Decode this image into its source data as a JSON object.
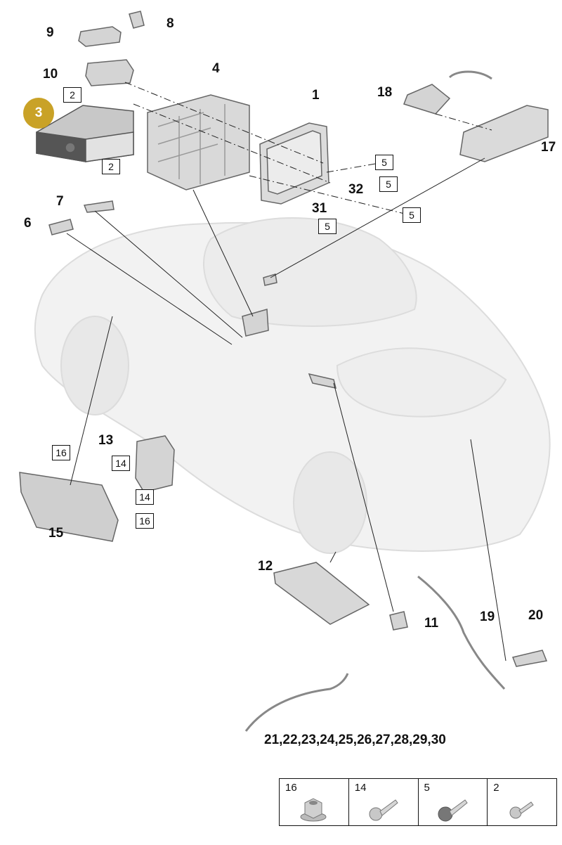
{
  "callouts": {
    "c1": "1",
    "c3": "3",
    "c4": "4",
    "c6": "6",
    "c7": "7",
    "c8": "8",
    "c9": "9",
    "c10": "10",
    "c11": "11",
    "c12": "12",
    "c13": "13",
    "c15": "15",
    "c17": "17",
    "c18": "18",
    "c19": "19",
    "c20": "20",
    "c31": "31",
    "c32": "32",
    "c21_30": "21,22,23,24,25,26,27,28,29,30"
  },
  "boxes": {
    "b2a": "2",
    "b2b": "2",
    "b5a": "5",
    "b5b": "5",
    "b5c": "5",
    "b5d": "5",
    "b16a": "16",
    "b16b": "16",
    "b14a": "14",
    "b14b": "14"
  },
  "highlight": {
    "label": "3",
    "color": "#c9a227"
  },
  "legend": [
    {
      "num": "16",
      "icon": "flange-nut-icon"
    },
    {
      "num": "14",
      "icon": "screw-icon"
    },
    {
      "num": "5",
      "icon": "screw-icon"
    },
    {
      "num": "2",
      "icon": "screw-icon"
    }
  ]
}
